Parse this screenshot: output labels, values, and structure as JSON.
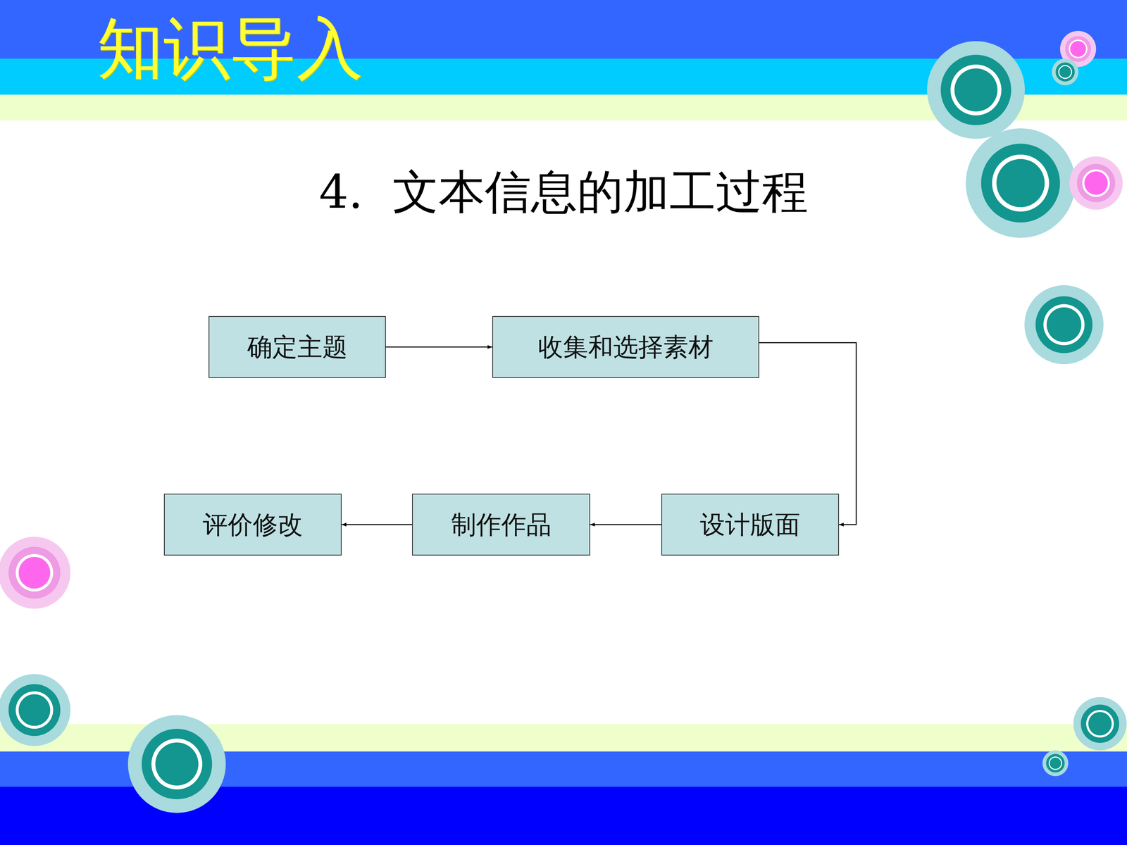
{
  "diagram": {
    "title": "4.  文本信息的加工过程",
    "nodes": [
      {
        "text": [
          "确定主题"
        ]
      },
      {
        "text": [
          "收集和选择素材"
        ]
      },
      {
        "text": [
          "设计版面"
        ]
      },
      {
        "text": [
          "制作作品"
        ]
      },
      {
        "text": [
          "评价修改"
        ]
      }
    ],
    "edges": [
      {
        "from": 0,
        "to": 1,
        "arrow": "to"
      },
      {
        "from": 1,
        "to": 2,
        "arrow": "to"
      },
      {
        "from": 2,
        "to": 3,
        "arrow": "to"
      },
      {
        "from": 3,
        "to": 4,
        "arrow": "to"
      }
    ],
    "labels": [
      "知识导入"
    ]
  }
}
